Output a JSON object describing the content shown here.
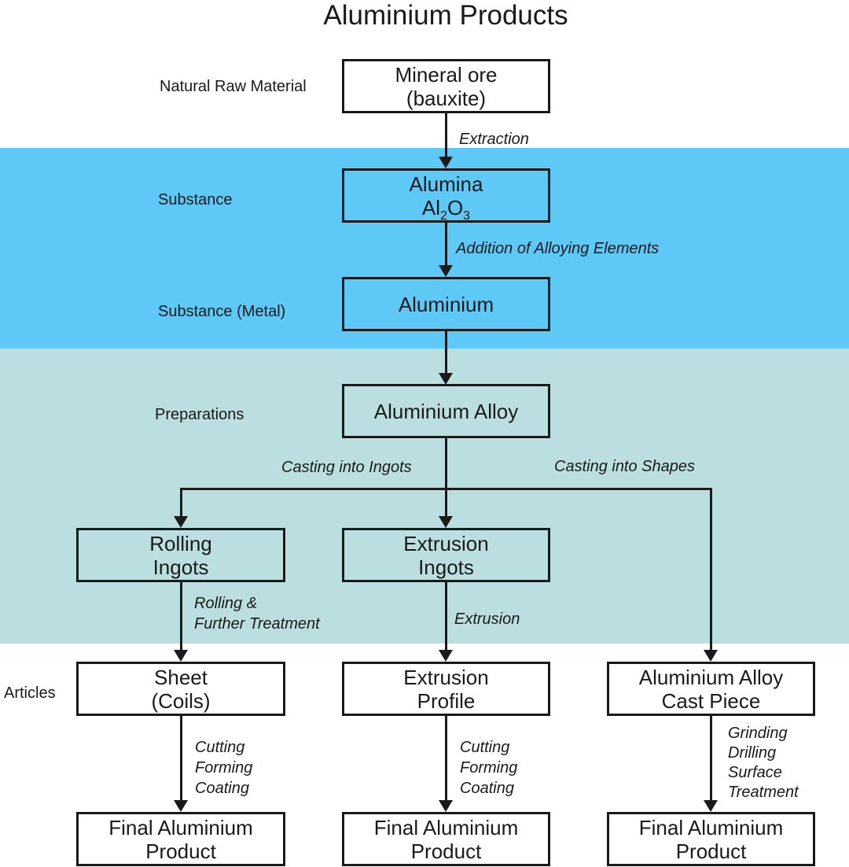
{
  "title": "Aluminium Products",
  "colors": {
    "band_blue": "#5EC8F6",
    "band_teal": "#BBDFE1",
    "line_color": "#1A1A1A",
    "background": "#FFFFFF"
  },
  "row_labels": {
    "natural_raw_material": "Natural Raw Material",
    "substance": "Substance",
    "substance_metal": "Substance (Metal)",
    "preparations": "Preparations",
    "articles": "Articles"
  },
  "boxes": {
    "mineral_ore": {
      "line1": "Mineral ore",
      "line2": "(bauxite)"
    },
    "alumina": {
      "line1": "Alumina",
      "formula": {
        "el1": "Al",
        "sub1": "2",
        "el2": "O",
        "sub2": "3"
      }
    },
    "aluminium": {
      "line1": "Aluminium"
    },
    "aluminium_alloy": {
      "line1": "Aluminium Alloy"
    },
    "rolling_ingots": {
      "line1": "Rolling",
      "line2": "Ingots"
    },
    "extrusion_ingots": {
      "line1": "Extrusion",
      "line2": "Ingots"
    },
    "sheet_coils": {
      "line1": "Sheet",
      "line2": "(Coils)"
    },
    "extrusion_profile": {
      "line1": "Extrusion",
      "line2": "Profile"
    },
    "cast_piece": {
      "line1": "Aluminium Alloy",
      "line2": "Cast Piece"
    },
    "final_left": {
      "line1": "Final Aluminium",
      "line2": "Product"
    },
    "final_mid": {
      "line1": "Final Aluminium",
      "line2": "Product"
    },
    "final_right": {
      "line1": "Final Aluminium",
      "line2": "Product"
    }
  },
  "process_labels": {
    "extraction": "Extraction",
    "alloying": "Addition of Alloying Elements",
    "casting_ingots": "Casting into Ingots",
    "casting_shapes": "Casting into Shapes",
    "rolling": [
      "Rolling &",
      "Further Treatment"
    ],
    "extrusion": "Extrusion",
    "cutting_left": [
      "Cutting",
      "Forming",
      "Coating"
    ],
    "cutting_mid": [
      "Cutting",
      "Forming",
      "Coating"
    ],
    "grinding": [
      "Grinding",
      "Drilling",
      "Surface",
      "Treatment"
    ]
  }
}
